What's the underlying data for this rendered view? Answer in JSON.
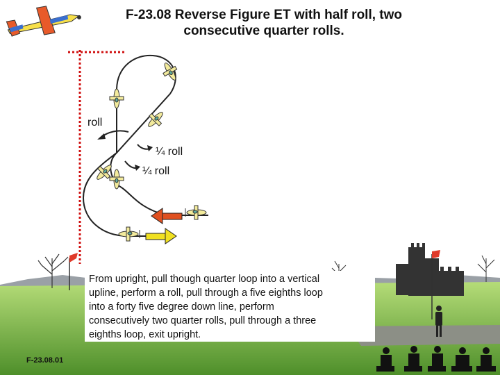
{
  "title": {
    "line1": "F-23.08 Reverse Figure ET with half roll, two",
    "line2": "consecutive quarter rolls."
  },
  "labels": {
    "roll": "roll",
    "quarter_roll_1": "¼ roll",
    "quarter_roll_2": "¼ roll"
  },
  "description": {
    "lines": [
      "From upright, pull though quarter loop into a vertical",
      "upline, perform a roll, pull through a five eighths loop",
      "into a forty five degree down line, perform",
      "consecutively two quarter rolls, pull through a three",
      "eighths loop, exit upright."
    ]
  },
  "figure_code": "F-23.08.01",
  "colors": {
    "sky": "#ffffff",
    "hills": "#9aa0a6",
    "grass_top": "#a9d46a",
    "grass_bottom": "#4e8f2a",
    "flight_path": "#222222",
    "dotted_line": "#d01010",
    "arrow_entry": "#e05020",
    "arrow_exit": "#f0e020",
    "aircraft": "#f3eb9c"
  },
  "icons": [
    "airplane-icon",
    "judge-icon",
    "flag-icon",
    "tree-icon",
    "castle-icon"
  ]
}
